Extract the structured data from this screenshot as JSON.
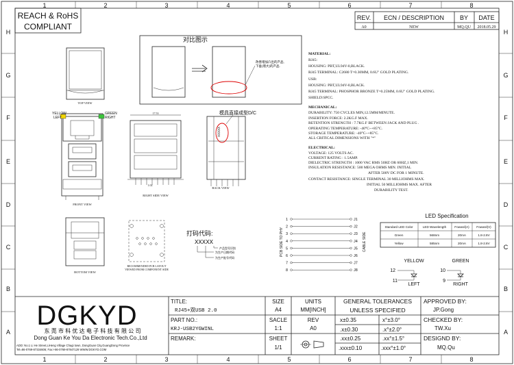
{
  "header": {
    "compliance_line1": "REACH & RoHS",
    "compliance_line2": "COMPLIANT"
  },
  "grid": {
    "columns": [
      "1",
      "2",
      "3",
      "4",
      "5",
      "6",
      "7",
      "8"
    ],
    "rows": [
      "H",
      "G",
      "F",
      "E",
      "D",
      "C",
      "B",
      "A"
    ]
  },
  "revision": {
    "col_rev": "REV.",
    "col_desc": "ECN / DESCRIPTION",
    "col_by": "BY",
    "col_date": "DATE",
    "rev": "A0",
    "desc": "NEW",
    "by": "MQ.QU",
    "date": "2018.05.29"
  },
  "views": {
    "compare_title": "对比图示",
    "compare_note_1": "改善增加凸出的产品,",
    "compare_note_2": "下垂(增大)的产品.",
    "top_view": "TOP VIEW",
    "front_view": "FRONT VIEW",
    "right_side_view": "RIGHT SIDE VIEW",
    "back_view": "BACK VIEW",
    "bottom_view": "BOTTOM VIEW",
    "pcb_layout_1": "RECOMMENDED PCB LAYOUT",
    "pcb_layout_2": "VIEWED FROM COMPONENT SIDE",
    "mold_note": "模具直接成型D/C",
    "code_label": "打码代码:",
    "code_value": "XXXXX",
    "code_note_1": "产品型号识别",
    "code_note_2": "为生产日期代码",
    "code_note_3": "为生产批号代码",
    "led_yellow": "YELLOW",
    "led_green": "GREEN",
    "led_left": "LEFT",
    "led_right": "RIGHT",
    "pcb_side": "PCB SIDE TO PHY",
    "cable_side": "CABLE SIDE",
    "dim_width": "17.53",
    "dim_pitch": "1.02"
  },
  "jacks": [
    "J1",
    "J2",
    "J3",
    "J4",
    "J5",
    "J6",
    "J7",
    "J8"
  ],
  "jack_pins": [
    "1",
    "2",
    "3",
    "4",
    "5",
    "6",
    "7",
    "8"
  ],
  "material": {
    "title": "MATERIAL:",
    "rj45": "RJ45:",
    "rj45_housing": "HOUSING: PBT,UL94V-0,BLACK.",
    "rj45_terminal": "RJ45 TERMINAL: C2680 T=0.30MM, 0.6U\" GOLD PLATING.",
    "usb": "USB:",
    "usb_housing": "HOUSING: PBT,UL94V-0,BLACK.",
    "usb_terminal": "RJ45 TERMINAL: PHOSPHOR BRONZE T=0.25MM, 0.6U\" GOLD PLATING.",
    "shield": "SHIELD:SPCC."
  },
  "mechanical": {
    "title": "MECHANICAL:",
    "durability": "DURABILITY: 750 CYCLES MIN,12.5MM/MINUTE.",
    "insertion": "INSERTION FORCE: 2.2KG.F MAX.",
    "retention": "RETENTION STRENGTH : 7.7KG.F BETWEEN JACK AND PLUG .",
    "operating": "OPERATING TEMPERATURE: -40°C~+85°C.",
    "storage": "STORAGE TEMPERATURE: -40°C~+85°C.",
    "critical": "ALL CRITICAL DIMENSIONS WITH \"*\""
  },
  "electrical": {
    "title": "ELECTRICAL:",
    "voltage": "VOLTAGE: 125 VOLTS AC.",
    "current": "CURRENT RATING : 1.5AMP.",
    "dielectric": "DIELECTRIC STRENGTH : 1000 VAC RMS 50HZ OR 60HZ,1 MIN.",
    "insulation_1": "INSULATION RESISTANCE: 500 MEGA OHMS MIN. INITIAL",
    "insulation_2": "AFTER 500V DC FOR 1 MINUTE.",
    "contact_1": "CONTACT RESISTANCE: SINGLE TERMINAL 30 MILLIOHMS MAX.",
    "contact_2": "INITIAL 50 MILLIOHMS MAX. AFTER",
    "contact_3": "DURABILITY TEST."
  },
  "led_spec": {
    "title": "LED Specification",
    "headers": [
      "Standard LED Color",
      "LED Wavelength",
      "Foward(A)",
      "Foward(V)"
    ],
    "rows": [
      [
        "Green",
        "568nm",
        "20mA",
        "1.8-2.8V"
      ],
      [
        "Yellow",
        "585nm",
        "20mA",
        "1.8-2.8V"
      ]
    ]
  },
  "led_schematic": {
    "yellow": "YELLOW",
    "green": "GREEN",
    "pin_12": "12",
    "pin_11": "11",
    "pin_10": "10",
    "pin_9": "9",
    "left": "LEFT",
    "right": "RIGHT"
  },
  "company": {
    "logo": "DGKYD",
    "name_cn": "东 莞 市 科 优 达 电 子 科 技 有 限 公 司",
    "name_en": "Dong Guan Ke You Da Electronic Tech.Co.,Ltd",
    "address": "ADD: No.1 Li He Street,LiHeng Village Chagi town, DongGuan City,GuangDong Province",
    "contact": "Tel=86-0769-87334606; Fax:+86-0769-87847129 WWW.DGKYD.COM"
  },
  "title_block": {
    "title_label": "TITLE:",
    "title_value": "RJ45+双USB 2.0",
    "size_label": "SIZE",
    "size_value": "A4",
    "units_label": "UNITS",
    "units_value": "MM[INCH]",
    "part_label": "PART NO.:",
    "part_value": "KRJ-USB2YGWINL",
    "scale_label": "SACLE",
    "scale_value": "1:1",
    "rev_label": "REV",
    "rev_value": "A0",
    "remark_label": "REMARK:",
    "sheet_label": "SHEET",
    "sheet_value": "1/1",
    "tol_title_1": "GENERAL TOLERANCES",
    "tol_title_2": "UNLESS SPECIFIED",
    "tolerances": [
      [
        "x±0.35",
        "x°±3.0°"
      ],
      [
        ".x±0.30",
        ".x°±2.0°"
      ],
      [
        ".xx±0.25",
        ".xx°±1.5°"
      ],
      [
        ".xxx±0.10",
        ".xxx°±1.0°"
      ]
    ],
    "approved_label": "APPROVED BY:",
    "approved_value": "JP.Gong",
    "checked_label": "CHECKED BY:",
    "checked_value": "TW.Xu",
    "design_label": "DESIGND BY:",
    "design_value": "MQ.Qu"
  },
  "colors": {
    "led_yellow": "#f2d600",
    "led_green": "#3cc43c"
  }
}
